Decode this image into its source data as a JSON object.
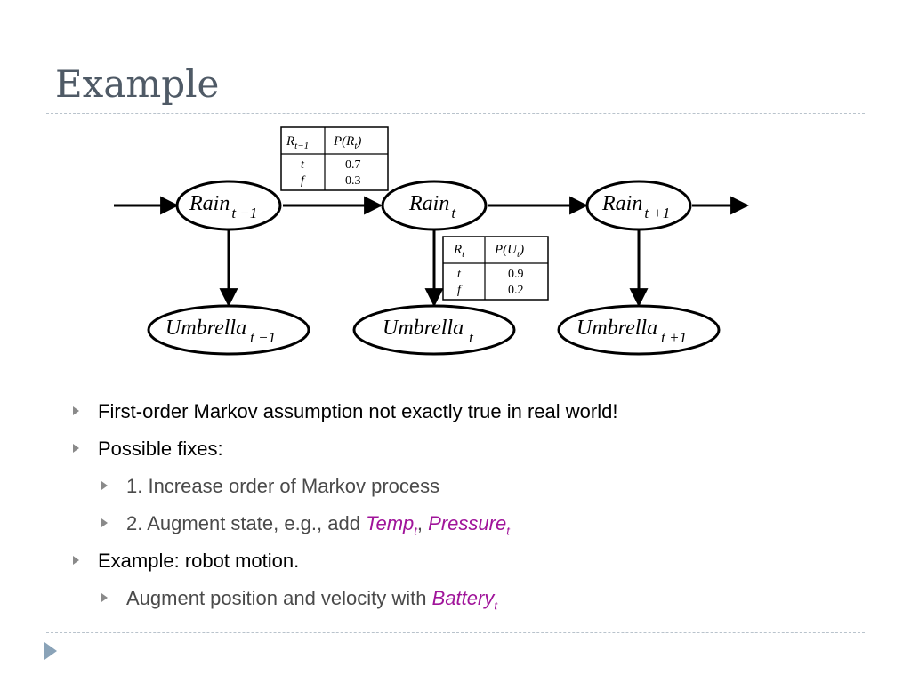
{
  "slide": {
    "title": "Example"
  },
  "diagram": {
    "nodes": {
      "rain_prev": {
        "name": "Rain",
        "sub": "t −1"
      },
      "rain_curr": {
        "name": "Rain",
        "sub": "t"
      },
      "rain_next": {
        "name": "Rain",
        "sub": "t +1"
      },
      "umb_prev": {
        "name": "Umbrella",
        "sub": "t −1"
      },
      "umb_curr": {
        "name": "Umbrella",
        "sub": "t"
      },
      "umb_next": {
        "name": "Umbrella",
        "sub": "t +1"
      }
    },
    "transition_table": {
      "header_var": "R",
      "header_var_sub": "t−1",
      "header_prob": "P(R",
      "header_prob_sub": "t",
      "header_prob_close": ")",
      "rows": [
        {
          "cond": "t",
          "p": "0.7"
        },
        {
          "cond": "f",
          "p": "0.3"
        }
      ]
    },
    "sensor_table": {
      "header_var": "R",
      "header_var_sub": "t",
      "header_prob": "P(U",
      "header_prob_sub": "t",
      "header_prob_close": ")",
      "rows": [
        {
          "cond": "t",
          "p": "0.9"
        },
        {
          "cond": "f",
          "p": "0.2"
        }
      ]
    }
  },
  "bullets": {
    "b1": "First-order Markov assumption not exactly true in real world!",
    "b2": "Possible fixes:",
    "b2_1": "1. Increase order of Markov process",
    "b2_2_prefix": "2. Augment state, e.g., add ",
    "b2_2_var1": "Temp",
    "b2_2_var1_sub": "t",
    "b2_2_sep": ", ",
    "b2_2_var2": "Pressure",
    "b2_2_var2_sub": "t",
    "b3": "Example: robot motion.",
    "b3_1_prefix": "Augment position and velocity with ",
    "b3_1_var": "Battery",
    "b3_1_var_sub": "t"
  },
  "colors": {
    "accent_variable": "#a0149a",
    "title": "#4f5a66",
    "bullet_marker": "#8a8a8a",
    "nav_marker": "#8aa3b8"
  },
  "icons": {
    "bullet": "triangle-right-icon",
    "nav": "play-triangle-icon"
  }
}
